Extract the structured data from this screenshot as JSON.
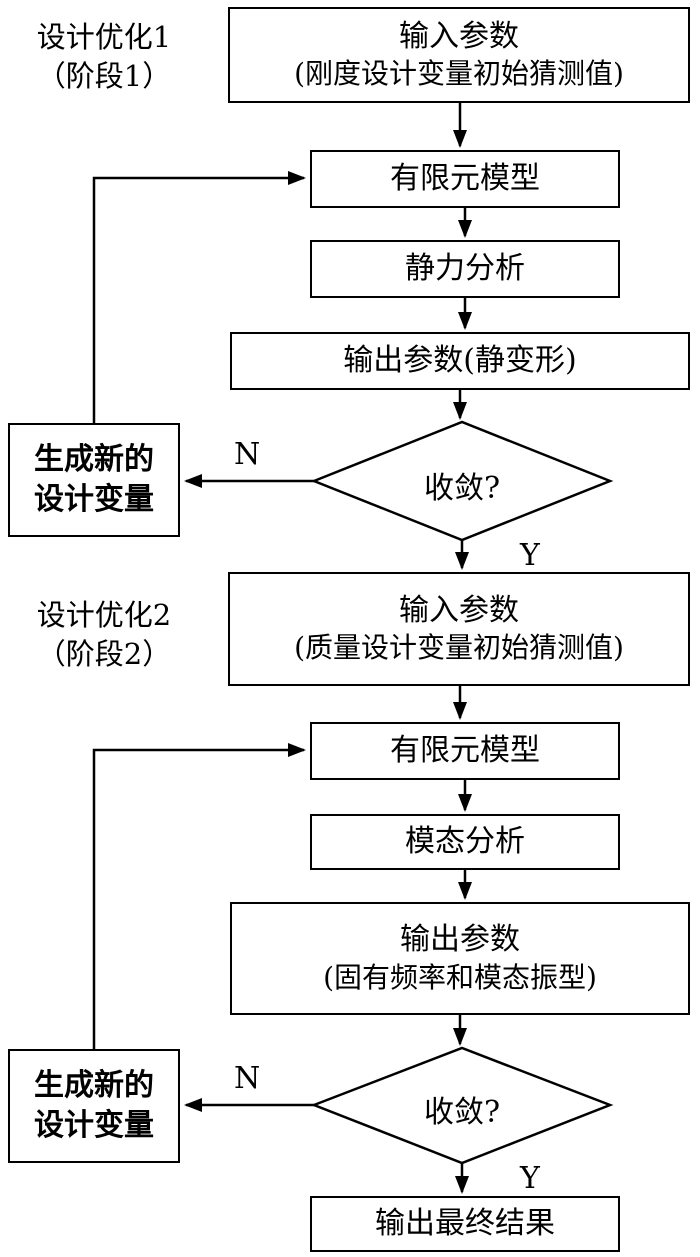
{
  "colors": {
    "line": "#000000",
    "background": "#ffffff",
    "text": "#000000"
  },
  "stage1": {
    "line1": "设计优化1",
    "line2": "（阶段1）"
  },
  "stage2": {
    "line1": "设计优化2",
    "line2": "（阶段2）"
  },
  "nodes": {
    "input1": {
      "line1": "输入参数",
      "line2": "(刚度设计变量初始猜测值)"
    },
    "fem1": {
      "label": "有限元模型"
    },
    "static": {
      "label": "静力分析"
    },
    "output1": {
      "label": "输出参数(静变形)"
    },
    "converge1": {
      "label": "收敛?"
    },
    "newvars1": {
      "line1": "生成新的",
      "line2": "设计变量"
    },
    "input2": {
      "line1": "输入参数",
      "line2": "(质量设计变量初始猜测值)"
    },
    "fem2": {
      "label": "有限元模型"
    },
    "modal": {
      "label": "模态分析"
    },
    "output2": {
      "line1": "输出参数",
      "line2": "(固有频率和模态振型)"
    },
    "converge2": {
      "label": "收敛?"
    },
    "newvars2": {
      "line1": "生成新的",
      "line2": "设计变量"
    },
    "final": {
      "label": "输出最终结果"
    }
  },
  "branches": {
    "no1": "N",
    "yes1": "Y",
    "no2": "N",
    "yes2": "Y"
  }
}
